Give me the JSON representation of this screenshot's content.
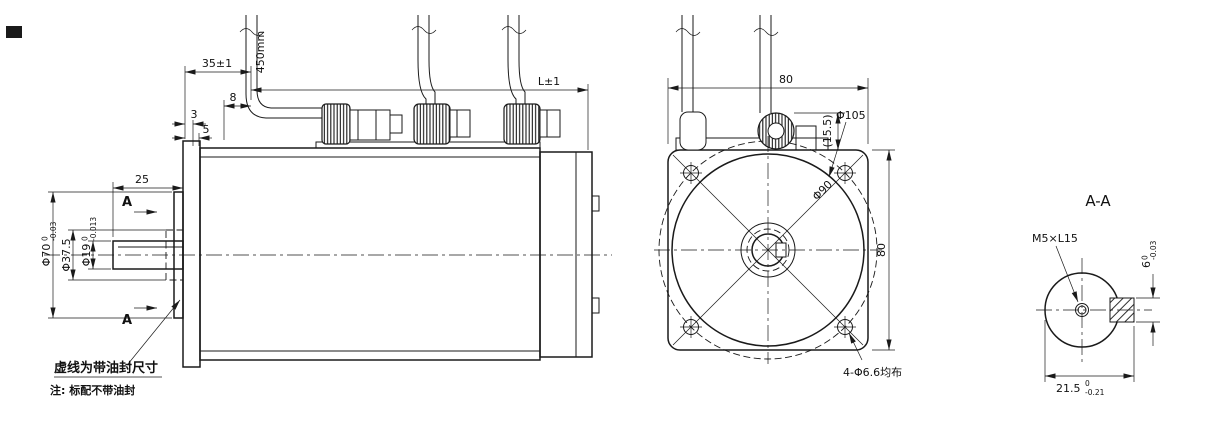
{
  "notes": {
    "oil_seal": "虚线为带油封尺寸",
    "standard": "注: 标配不带油封"
  },
  "side_view": {
    "len_flange_offset": "35±1",
    "len_total": "L±1",
    "cable_length": "450mm",
    "dim_8": "8",
    "dim_3": "3",
    "dim_5": "5",
    "shaft_length": "25",
    "section_label": "A",
    "dia_pilot": "Φ70",
    "dia_pilot_tol_upper": "0",
    "dia_pilot_tol_lower": "-0.03",
    "dia_seal": "Φ37.5",
    "dia_shaft": "Φ19",
    "dia_shaft_tol_upper": "0",
    "dia_shaft_tol_lower": "-0.013"
  },
  "front_view": {
    "width": "80",
    "height": "80",
    "connector_height": "(15.5)",
    "dia_outer": "Φ105",
    "dia_bolt_circle": "Φ90",
    "mounting_holes": "4-Φ6.6均布"
  },
  "section_view": {
    "title": "A-A",
    "tapped_hole": "M5×L15",
    "key_width": "6",
    "key_width_tol_upper": "0",
    "key_width_tol_lower": "-0.03",
    "key_flat": "21.5",
    "key_flat_tol_upper": "0",
    "key_flat_tol_lower": "-0.21"
  }
}
